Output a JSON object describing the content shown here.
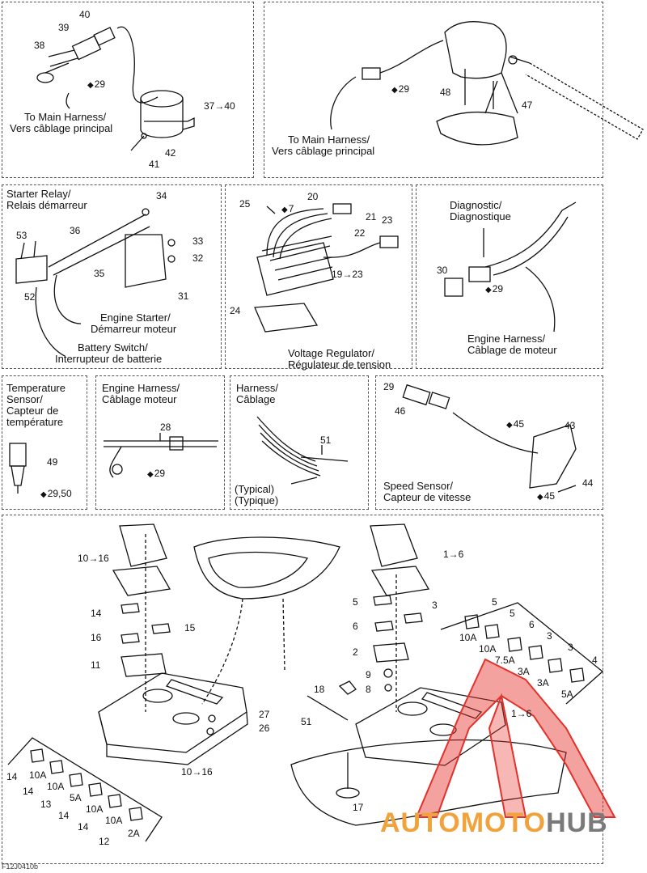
{
  "panels": {
    "p1": {
      "numbers": [
        "40",
        "39",
        "38",
        "29",
        "37→40",
        "42",
        "41"
      ],
      "label": [
        "To Main Harness/",
        "Vers câblage principal"
      ]
    },
    "p2": {
      "numbers": [
        "29",
        "48",
        "47"
      ],
      "label": [
        "To Main Harness/",
        "Vers câblage principal"
      ]
    },
    "p3": {
      "title": [
        "Starter Relay/",
        "Relais démarreur"
      ],
      "numbers": [
        "34",
        "53",
        "36",
        "33",
        "32",
        "35",
        "52",
        "31"
      ],
      "starter": [
        "Engine Starter/",
        "Démarreur moteur"
      ],
      "battery": [
        "Battery Switch/",
        "Interrupteur de batterie"
      ]
    },
    "p4": {
      "numbers": [
        "25",
        "7",
        "20",
        "21",
        "23",
        "22",
        "19→23",
        "24"
      ],
      "label": [
        "Voltage Regulator/",
        "Régulateur de tension"
      ]
    },
    "p5": {
      "title": [
        "Diagnostic/",
        "Diagnostique"
      ],
      "numbers": [
        "30",
        "29"
      ],
      "label": [
        "Engine Harness/",
        "Câblage de moteur"
      ]
    },
    "p6": {
      "title": [
        "Temperature",
        "Sensor/",
        "Capteur de",
        "température"
      ],
      "numbers": [
        "49",
        "29,50"
      ]
    },
    "p7": {
      "title": [
        "Engine Harness/",
        "Câblage moteur"
      ],
      "numbers": [
        "28",
        "29"
      ]
    },
    "p8": {
      "title": [
        "Harness/",
        "Câblage"
      ],
      "numbers": [
        "51"
      ],
      "label": [
        "(Typical)",
        "(Typique)"
      ]
    },
    "p9": {
      "numbers": [
        "29",
        "46",
        "45",
        "43",
        "44",
        "45"
      ],
      "label": [
        "Speed Sensor/",
        "Capteur de vitesse"
      ]
    },
    "p10": {
      "left": [
        "10→16",
        "14",
        "16",
        "15",
        "11",
        "27",
        "26",
        "10→16"
      ],
      "left_fuses": [
        "14",
        "10A",
        "14",
        "10A",
        "13",
        "5A",
        "14",
        "10A",
        "14",
        "10A",
        "12",
        "2A"
      ],
      "right": [
        "1→6",
        "5",
        "3",
        "6",
        "2",
        "9",
        "18",
        "8",
        "51",
        "1→6",
        "17"
      ],
      "right_fuses": [
        "5",
        "5",
        "6",
        "3",
        "3",
        "4",
        "10A",
        "10A",
        "7.5A",
        "3A",
        "3A",
        "5A"
      ]
    }
  },
  "watermark": {
    "a": "AUTOMOTO",
    "b": "HUB"
  },
  "figure_code": "F12J0410b",
  "colors": {
    "line": "#111111",
    "watermark_red": "#e4302a",
    "watermark_orange": "#f2a23a",
    "watermark_grey": "#7a7a7a"
  },
  "icons": {
    "drop": "oil-drop-icon",
    "arrow": "right-arrow"
  }
}
